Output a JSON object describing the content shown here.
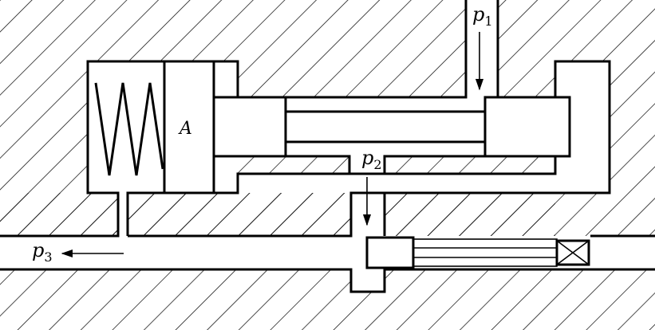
{
  "labels": {
    "chamber": "A",
    "p1": {
      "letter": "p",
      "sub": "1"
    },
    "p2": {
      "letter": "p",
      "sub": "2"
    },
    "p3": {
      "letter": "p",
      "sub": "3"
    }
  },
  "colors": {
    "line": "#000000",
    "background": "#ffffff"
  }
}
